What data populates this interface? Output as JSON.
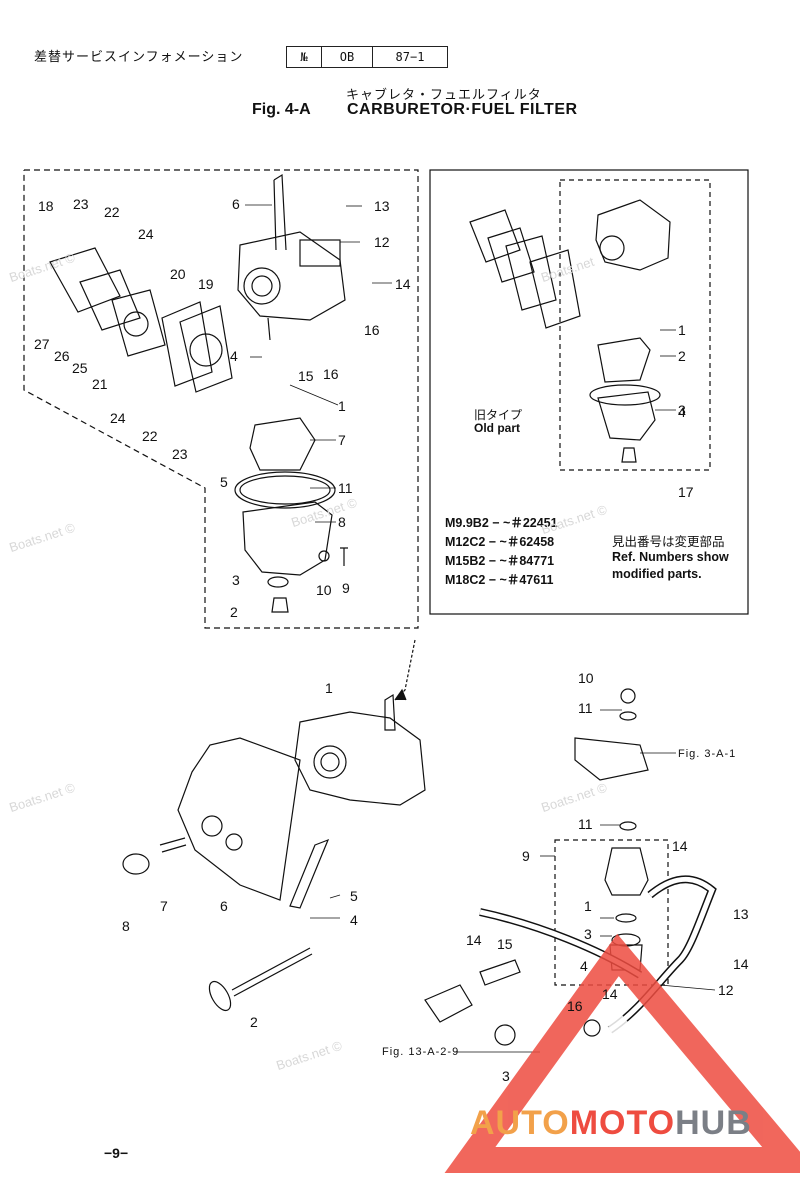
{
  "header": {
    "service_info_jp": "差替サービスインフォメーション",
    "no_mark": "№",
    "no_code": "OB",
    "no_number": "87−1"
  },
  "figure": {
    "kana_title": "キャブレタ・フュエルフィルタ",
    "fig_label": "Fig. 4-A",
    "title": "CARBURETOR·FUEL FILTER"
  },
  "old_part": {
    "label_jp": "旧タイプ",
    "label_en": "Old part"
  },
  "models": [
    {
      "model": "M9.9B2",
      "serial": "~＃22451"
    },
    {
      "model": "M12C2",
      "serial": "~＃62458"
    },
    {
      "model": "M15B2",
      "serial": "~＃84771"
    },
    {
      "model": "M18C2",
      "serial": "~＃47611"
    }
  ],
  "reference_note": {
    "jp": "見出番号は変更部品",
    "en_line1": "Ref. Numbers show",
    "en_line2": "modified parts."
  },
  "figure_refs": {
    "fig_3a1": "Fig. 3-A-1",
    "fig_13a29": "Fig. 13-A-2-9"
  },
  "part_numbers": {
    "top_left": [
      "18",
      "23",
      "22",
      "24",
      "20",
      "19",
      "27",
      "26",
      "25",
      "21",
      "24",
      "22",
      "23",
      "6",
      "13",
      "12",
      "14",
      "16",
      "4",
      "15",
      "16",
      "1",
      "7",
      "5",
      "11",
      "8",
      "3",
      "10",
      "9",
      "2"
    ],
    "old_part": [
      "1",
      "2",
      "3",
      "4",
      "17"
    ],
    "bottom": [
      "1",
      "10",
      "11",
      "11",
      "9",
      "14",
      "13",
      "1",
      "3",
      "4",
      "14",
      "12",
      "14",
      "15",
      "16",
      "14",
      "8",
      "7",
      "6",
      "5",
      "4",
      "2",
      "3"
    ]
  },
  "page_number": "−9−",
  "watermarks": [
    "Boats.net ©",
    "Boats.net",
    "Boats.net ©",
    "Boats.net ©",
    "Boats.net ©",
    "Boats.net ©",
    "Boats.net ©",
    "Boats.net ©"
  ],
  "brand": {
    "part1": "AUTO",
    "part2": "MOTO",
    "part3": "HUB"
  },
  "colors": {
    "ink": "#111111",
    "brand_orange": "#f2a14a",
    "brand_red": "#ee4c40",
    "brand_grey": "#7b7f86",
    "watermark": "#d8d8d8"
  }
}
